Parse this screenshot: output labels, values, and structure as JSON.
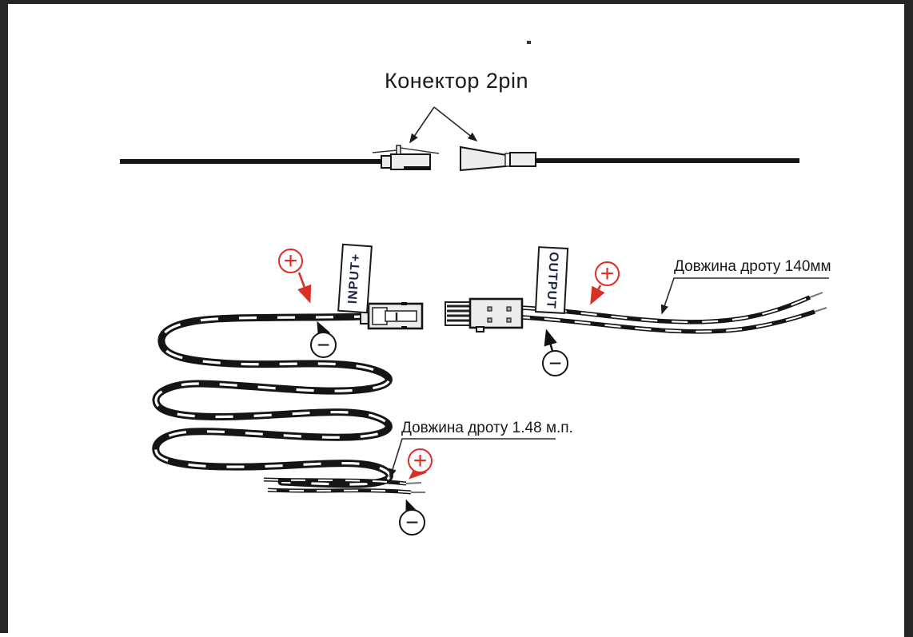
{
  "title": "Конектор 2pin",
  "flags": {
    "input": "INPUT+",
    "output": "OUTPUT"
  },
  "annotations": {
    "wire_length_short": "Довжина дроту 140мм",
    "wire_length_long": "Довжина дроту 1.48 м.п."
  },
  "polarity": {
    "plus": "+",
    "minus": "−"
  },
  "colors": {
    "accent_red": "#d93025",
    "ink": "#1a1a1a",
    "flag_text": "#1e2742",
    "frame": "#262626",
    "connector_fill": "#ededed"
  }
}
